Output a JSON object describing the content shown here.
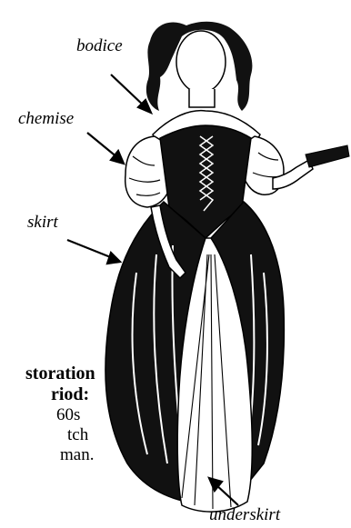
{
  "labels": {
    "bodice": "bodice",
    "chemise": "chemise",
    "skirt": "skirt",
    "underskirt": "underskirt"
  },
  "caption": {
    "heading_line1": "storation",
    "heading_line2": "riod:",
    "body_line1": "60s",
    "body_line2": "tch",
    "body_line3": "man."
  },
  "colors": {
    "ink": "#000000",
    "paper": "#ffffff"
  }
}
